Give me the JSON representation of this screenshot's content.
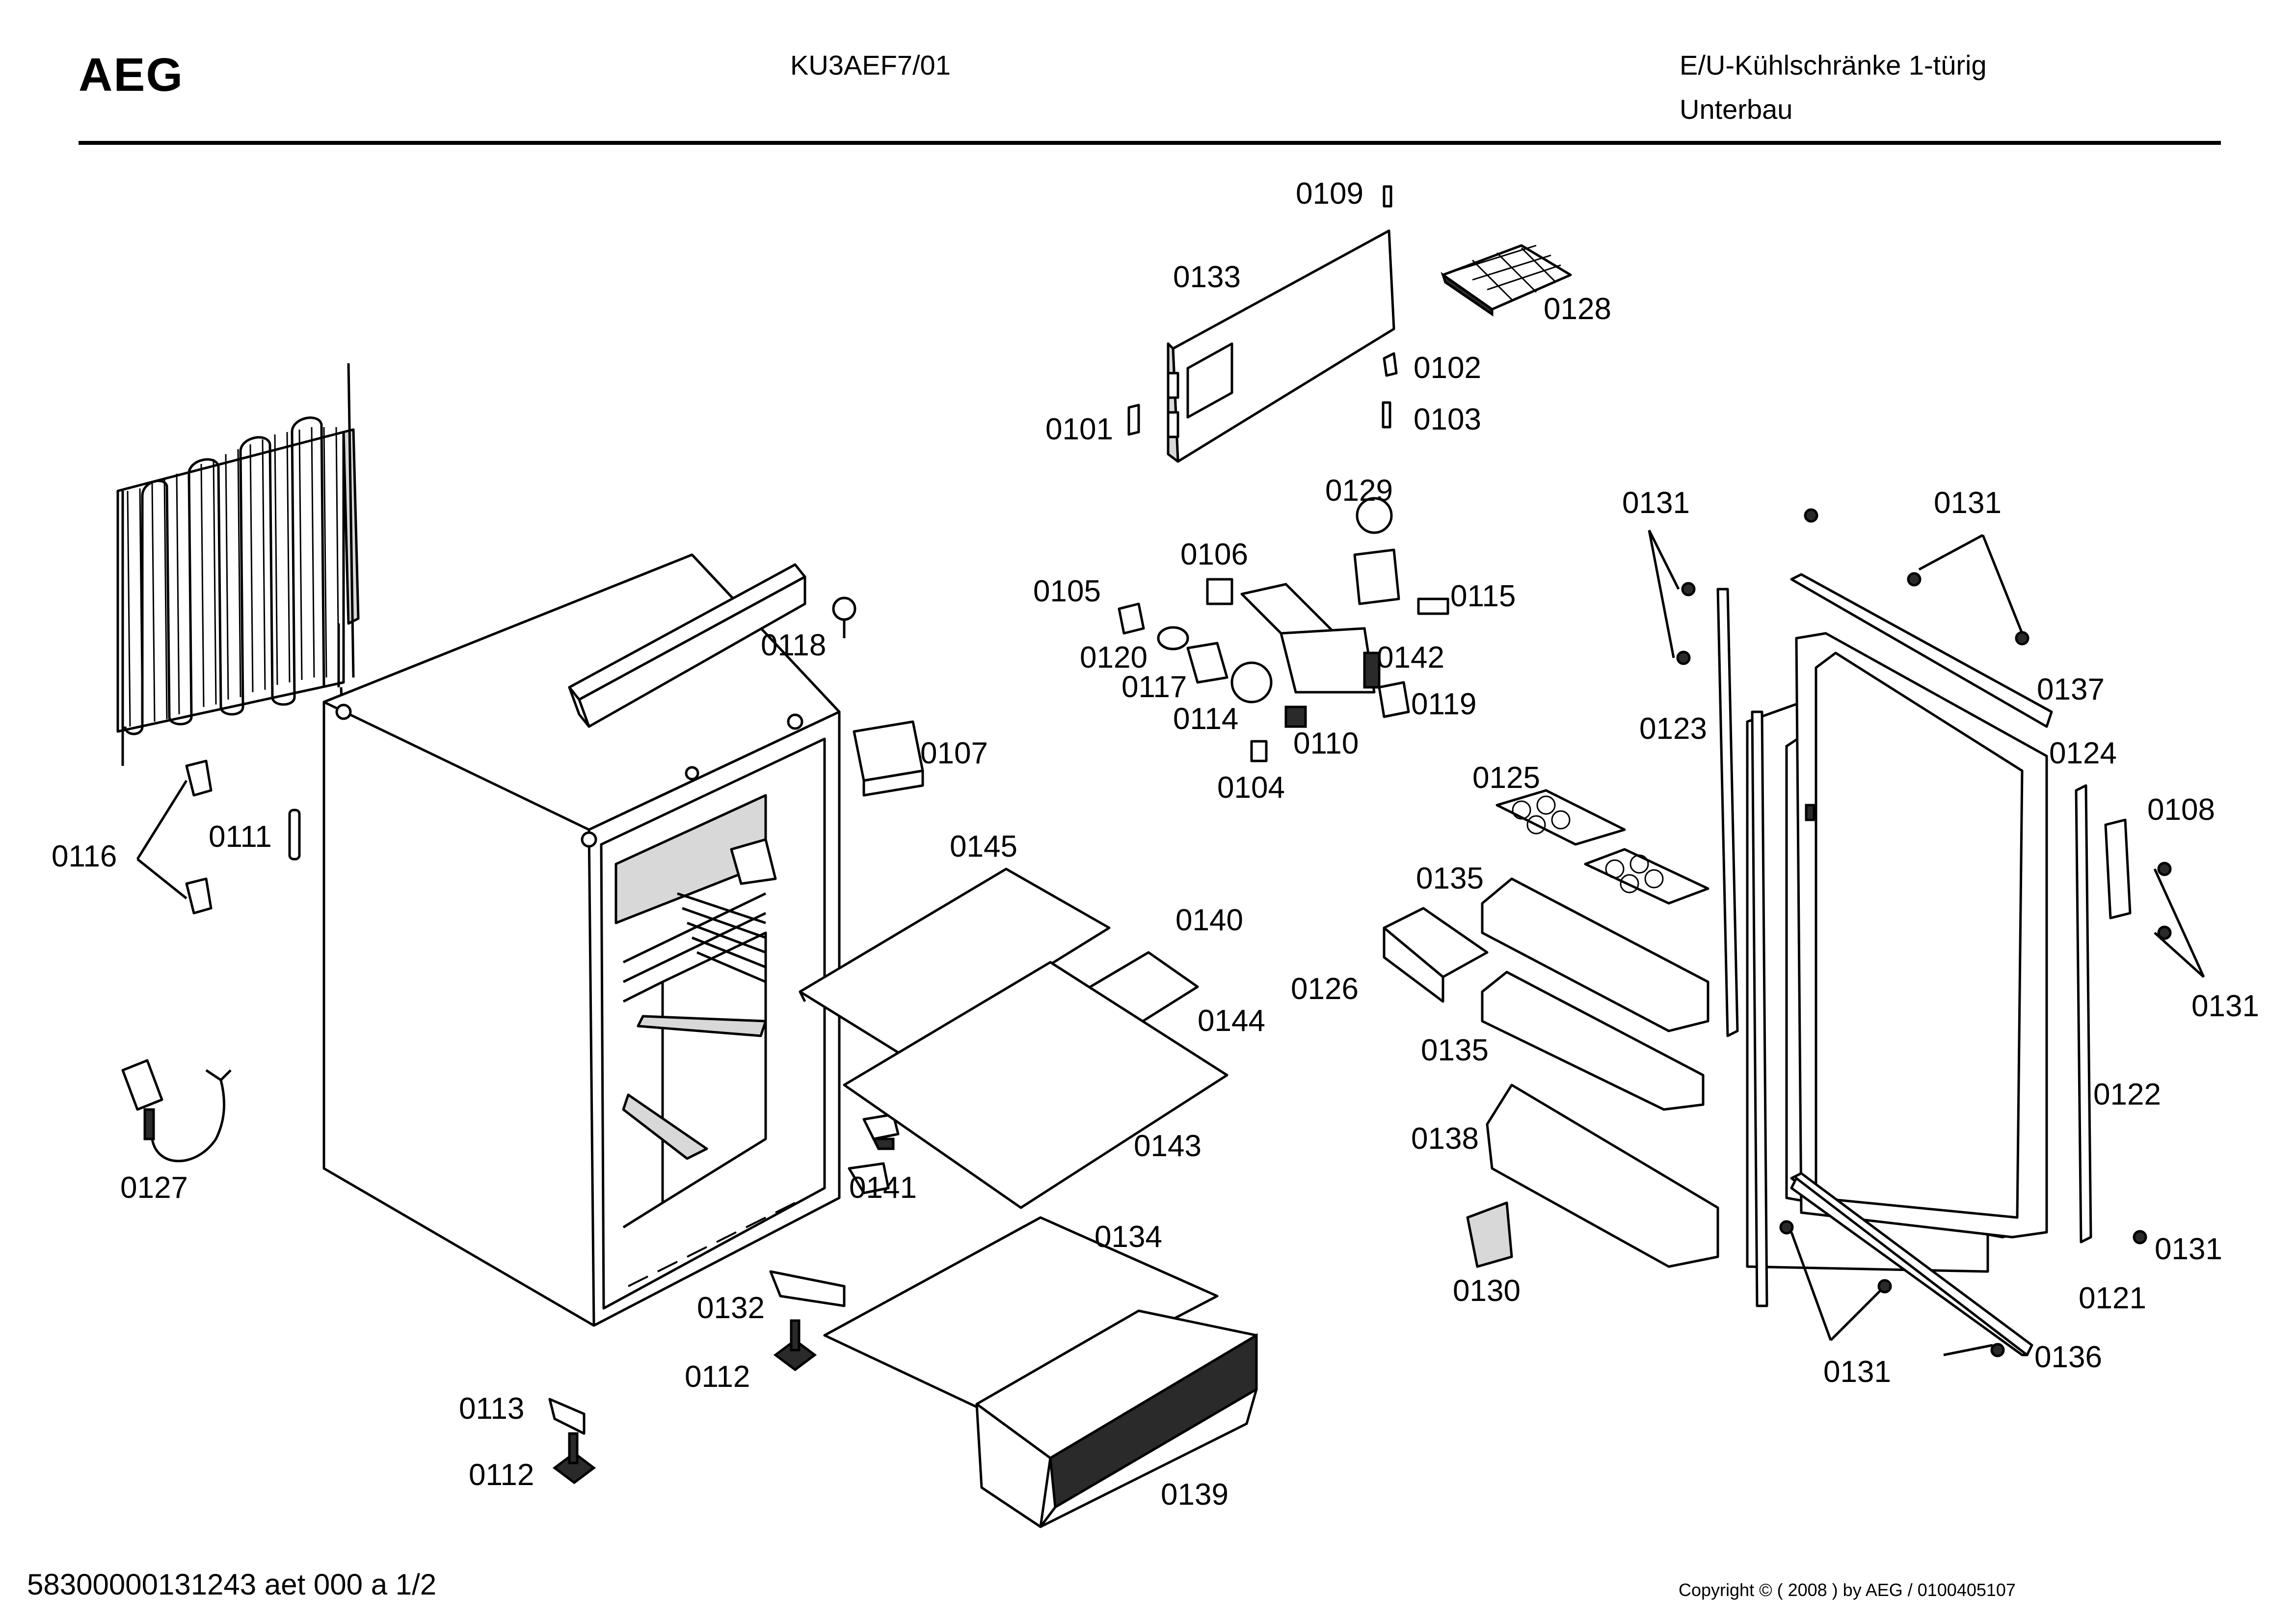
{
  "header": {
    "brand": "AEG",
    "model": "KU3AEF7/01",
    "category_line1": "E/U-Kühlschränke 1-türig",
    "category_line2": "Unterbau"
  },
  "footer": {
    "document_id": "58300000131243 aet 000 a 1/2",
    "copyright": "Copyright © ( 2008 ) by AEG  / 0100405107"
  },
  "part_labels": {
    "p0101": "0101",
    "p0102": "0102",
    "p0103": "0103",
    "p0104": "0104",
    "p0105": "0105",
    "p0106": "0106",
    "p0107": "0107",
    "p0108": "0108",
    "p0109": "0109",
    "p0110": "0110",
    "p0111": "0111",
    "p0112a": "0112",
    "p0112b": "0112",
    "p0113": "0113",
    "p0114": "0114",
    "p0115": "0115",
    "p0116": "0116",
    "p0117": "0117",
    "p0118": "0118",
    "p0119": "0119",
    "p0120": "0120",
    "p0121": "0121",
    "p0122": "0122",
    "p0123": "0123",
    "p0124": "0124",
    "p0125": "0125",
    "p0126": "0126",
    "p0127": "0127",
    "p0128": "0128",
    "p0129": "0129",
    "p0130": "0130",
    "p0131a": "0131",
    "p0131b": "0131",
    "p0131c": "0131",
    "p0131d": "0131",
    "p0131e": "0131",
    "p0132": "0132",
    "p0133": "0133",
    "p0134": "0134",
    "p0135a": "0135",
    "p0135b": "0135",
    "p0136": "0136",
    "p0137": "0137",
    "p0138": "0138",
    "p0139": "0139",
    "p0140": "0140",
    "p0141": "0141",
    "p0142": "0142",
    "p0143": "0143",
    "p0144": "0144",
    "p0145": "0145"
  }
}
